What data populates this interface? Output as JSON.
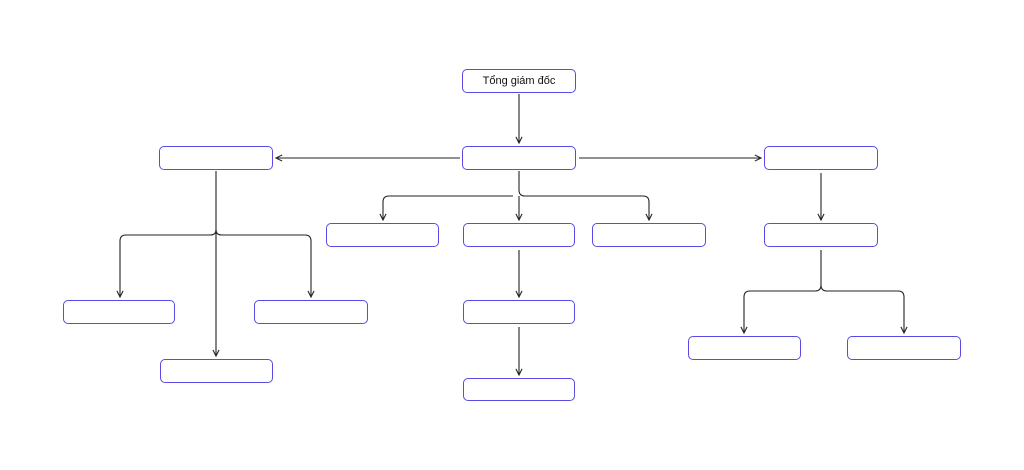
{
  "diagram": {
    "nodes": [
      {
        "id": "root",
        "label": "Tổng giám đốc"
      },
      {
        "id": "hub",
        "label": ""
      },
      {
        "id": "left",
        "label": ""
      },
      {
        "id": "right",
        "label": ""
      },
      {
        "id": "ll",
        "label": ""
      },
      {
        "id": "lr",
        "label": ""
      },
      {
        "id": "lm",
        "label": ""
      },
      {
        "id": "cl",
        "label": ""
      },
      {
        "id": "cm",
        "label": ""
      },
      {
        "id": "cr",
        "label": ""
      },
      {
        "id": "cm2",
        "label": ""
      },
      {
        "id": "cm3",
        "label": ""
      },
      {
        "id": "rm",
        "label": ""
      },
      {
        "id": "rl",
        "label": ""
      },
      {
        "id": "rr",
        "label": ""
      }
    ],
    "edges": [
      {
        "from": "root",
        "to": "hub"
      },
      {
        "from": "hub",
        "to": "left"
      },
      {
        "from": "hub",
        "to": "right"
      },
      {
        "from": "hub",
        "to": "cl"
      },
      {
        "from": "hub",
        "to": "cm"
      },
      {
        "from": "hub",
        "to": "cr"
      },
      {
        "from": "cm",
        "to": "cm2"
      },
      {
        "from": "cm2",
        "to": "cm3"
      },
      {
        "from": "left",
        "to": "ll"
      },
      {
        "from": "left",
        "to": "lm"
      },
      {
        "from": "left",
        "to": "lr"
      },
      {
        "from": "right",
        "to": "rm"
      },
      {
        "from": "rm",
        "to": "rl"
      },
      {
        "from": "rm",
        "to": "rr"
      }
    ],
    "colors": {
      "node_border": "#5b4be6",
      "connector": "#222222"
    }
  }
}
